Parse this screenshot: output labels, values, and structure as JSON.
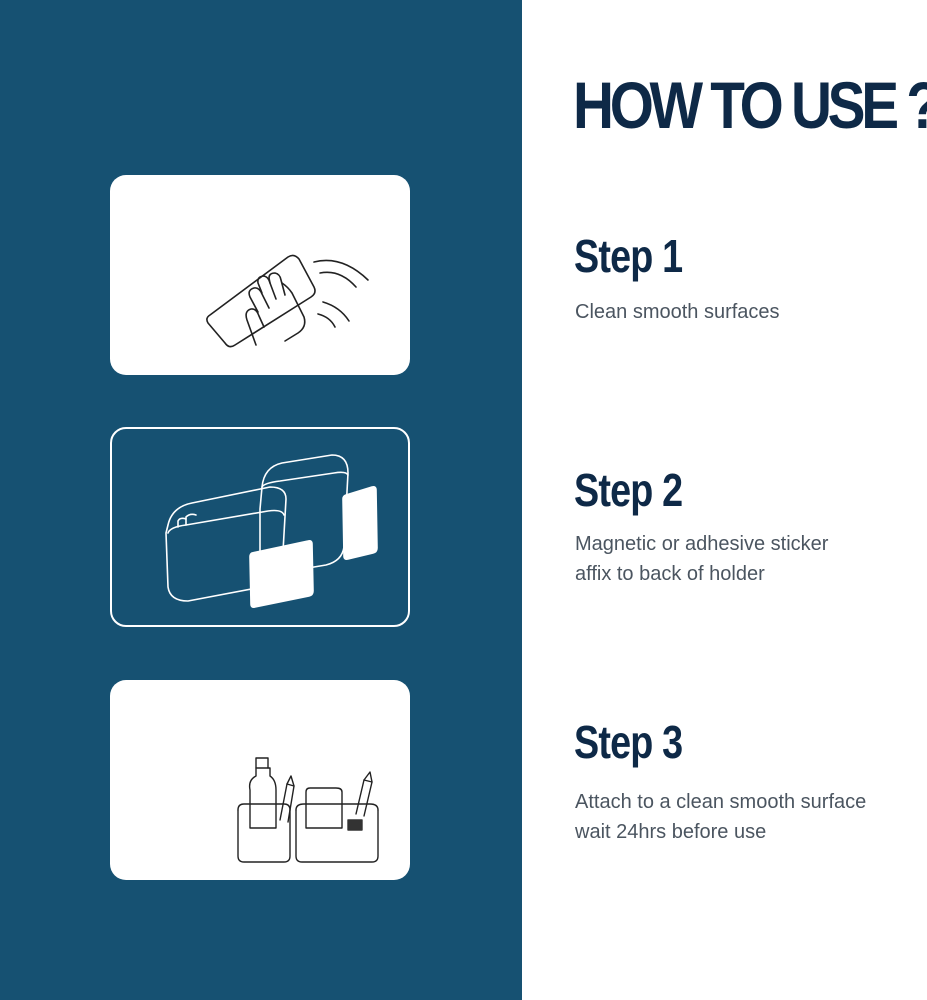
{
  "title": "HOW TO USE ?",
  "steps": [
    {
      "heading": "Step 1",
      "lines": [
        "Clean smooth surfaces"
      ],
      "icon": "wipe-surface-icon"
    },
    {
      "heading": "Step 2",
      "lines": [
        "Magnetic or adhesive sticker",
        "affix to back of holder"
      ],
      "icon": "holder-sticker-icon"
    },
    {
      "heading": "Step 3",
      "lines": [
        "Attach to a clean smooth surface",
        "wait 24hrs before use"
      ],
      "icon": "holder-with-items-icon"
    }
  ],
  "colors": {
    "panel": "#165172",
    "heading": "#0e2947",
    "body_text": "#4b5560",
    "card": "#ffffff"
  }
}
